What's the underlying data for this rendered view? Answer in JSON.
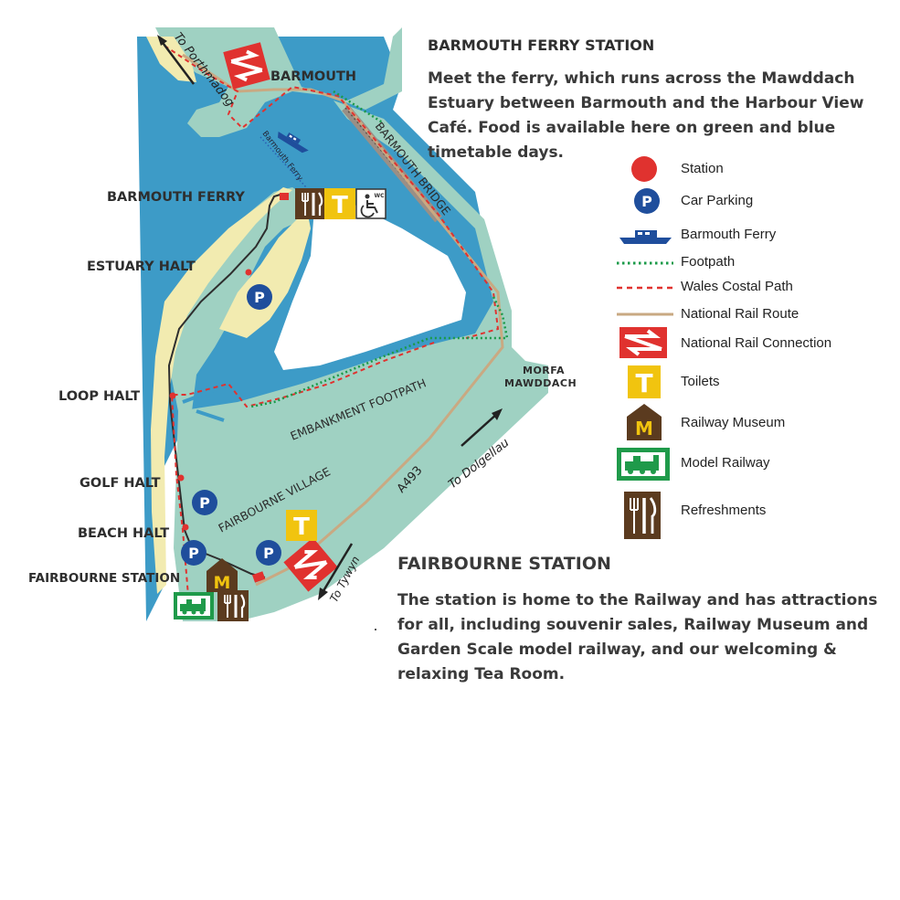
{
  "map": {
    "places": {
      "barmouth": "BARMOUTH",
      "barmouth_ferry": "BARMOUTH FERRY",
      "estuary_halt": "ESTUARY HALT",
      "loop_halt": "LOOP HALT",
      "golf_halt": "GOLF HALT",
      "beach_halt": "BEACH HALT",
      "fairbourne_station": "FAIRBOURNE STATION",
      "morfa_line1": "MORFA",
      "morfa_line2": "MAWDDACH"
    },
    "features": {
      "barmouth_bridge": "BARMOUTH BRIDGE",
      "embankment_footpath": "EMBANKMENT FOOTPATH",
      "fairbourne_village": "FAIRBOURNE VILLAGE",
      "barmouth_ferry_route": "Barmouth Ferry"
    },
    "roads": {
      "to_porthmadog": "To Porthmadog",
      "a493": "A493",
      "to_dolgellau": "To Dolgellau",
      "to_tywyn": "To Tywyn"
    },
    "icon_text": {
      "parking": "P",
      "toilets": "T",
      "museum": "M",
      "wc": "WC"
    }
  },
  "barmouth_ferry_info": {
    "heading": "BARMOUTH FERRY STATION",
    "body": "Meet the ferry, which runs across the Mawddach Estuary between Barmouth and the Harbour View Café. Food is available here on green and blue timetable days."
  },
  "fairbourne_info": {
    "heading": "FAIRBOURNE STATION",
    "body": "The station is home to the Railway and has attractions for all, including souvenir sales, Railway Museum and Garden Scale model railway, and our welcoming & relaxing Tea Room."
  },
  "legend": [
    {
      "icon": "station-dot-icon",
      "label": "Station"
    },
    {
      "icon": "car-parking-icon",
      "label": "Car Parking"
    },
    {
      "icon": "ferry-boat-icon",
      "label": "Barmouth Ferry"
    },
    {
      "icon": "footpath-line-icon",
      "label": "Footpath"
    },
    {
      "icon": "coastal-path-line-icon",
      "label": "Wales Costal Path"
    },
    {
      "icon": "rail-route-line-icon",
      "label": "National Rail Route"
    },
    {
      "icon": "national-rail-icon",
      "label": "National Rail Connection"
    },
    {
      "icon": "toilets-icon",
      "label": "Toilets"
    },
    {
      "icon": "railway-museum-icon",
      "label": "Railway Museum"
    },
    {
      "icon": "model-railway-icon",
      "label": "Model Railway"
    },
    {
      "icon": "refreshments-icon",
      "label": "Refreshments"
    }
  ],
  "colors": {
    "water": "#3d9bc7",
    "land": "#9fd1c2",
    "sand": "#f2ebb0",
    "station_red": "#e0322f",
    "parking_blue": "#1f4e9c",
    "toilet_yellow": "#f1c40f",
    "museum_brown": "#5b3b1f",
    "model_green": "#1f9a4a",
    "footpath_green": "#1a9a48",
    "rail_route": "#c9a982"
  }
}
